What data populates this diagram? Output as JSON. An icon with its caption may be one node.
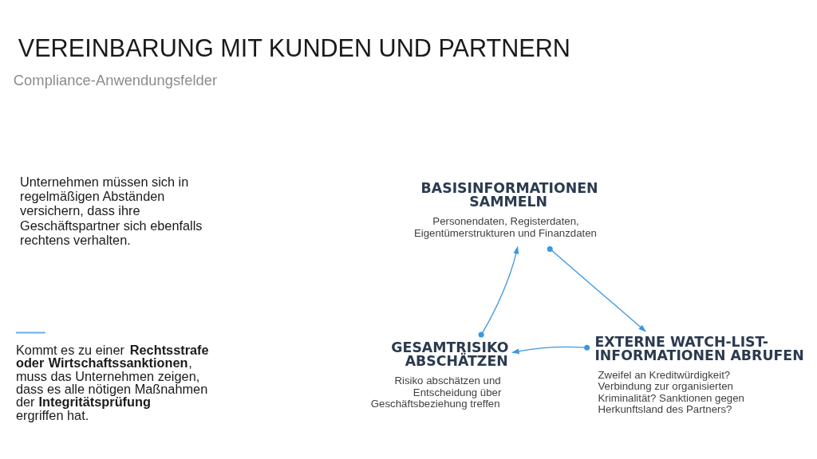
{
  "diagram": {
    "title": "VEREINBARUNG MIT KUNDEN UND PARTNERN",
    "nodes": [
      {
        "text": [
          "BASISINFORMATIONEN SAMMELN",
          "Personendaten, Registerdaten, Eigentümerstrukturen und Finanzdaten"
        ]
      },
      {
        "text": [
          "GESAMTRISIKO ABSCHÄTZEN",
          "Risiko abschätzen und Entscheidung über Geschäftsbeziehung treffen"
        ]
      },
      {
        "text": [
          "EXTERNE WATCH-LIST-INFORMATIONEN ABRUFEN",
          "Zweifel an Kreditwürdigkeit? Verbindung zur organisierten Kriminalität? Sanktionen gegen Herkunftsland des Partners?"
        ]
      }
    ],
    "edges": [
      {
        "from": 0,
        "to": 2,
        "arrow": "to"
      },
      {
        "from": 2,
        "to": 1,
        "arrow": "to"
      },
      {
        "from": 1,
        "to": 0,
        "arrow": "to"
      }
    ],
    "labels": [
      "Compliance-Anwendungsfelder",
      "Unternehmen müssen sich in regelmäßigen Abständen versichern, dass ihre Geschäftspartner sich ebenfalls rechtens verhalten.",
      "Kommt es zu einer **Rechtsstrafe oder Wirtschaftssanktionen**, muss das Unternehmen zeigen, dass es alle nötigen Maßnahmen der **Integritätsprüfung** ergriffen hat."
    ]
  }
}
